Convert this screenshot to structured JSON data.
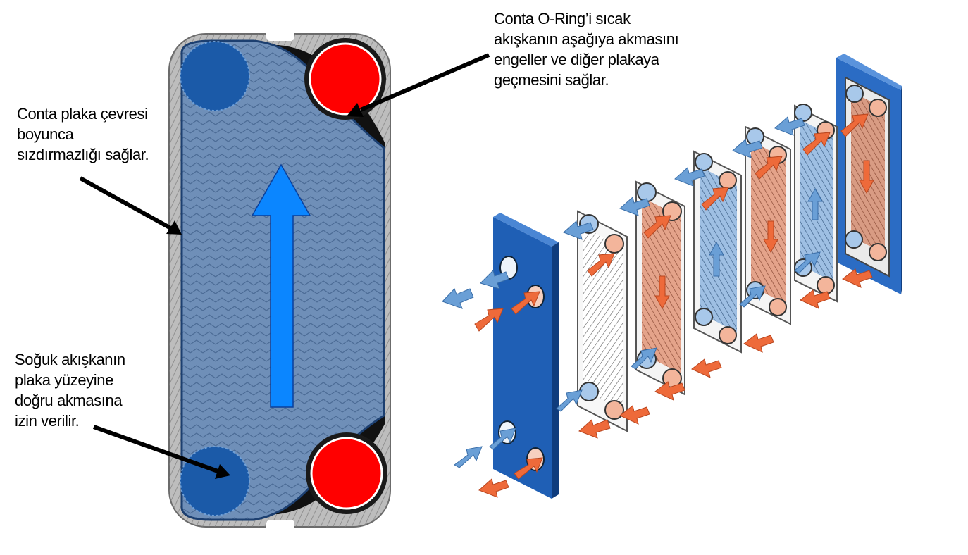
{
  "labels": {
    "gasket": "Conta plaka çevresi\nboyunca\nsızdırmazlığı sağlar.",
    "oring": "Conta O-Ring’i sıcak\nakışkanın aşağıya akmasını\nengeller ve diğer plakaya\ngeçmesini sağlar.",
    "cold_flow": "Soğuk akışkanın\nplaka yüzeyine\ndoğru akmasına\nizin verilir."
  },
  "colors": {
    "hot": "#ff0000",
    "cold_port": "#1b5aa8",
    "cold_flow": "#6a9fd6",
    "hot_flow": "#ee6a3a",
    "frame": "#1f5fb5",
    "flow_arrow": "#0b86ff",
    "plate_gray": "#9a9a9a"
  }
}
